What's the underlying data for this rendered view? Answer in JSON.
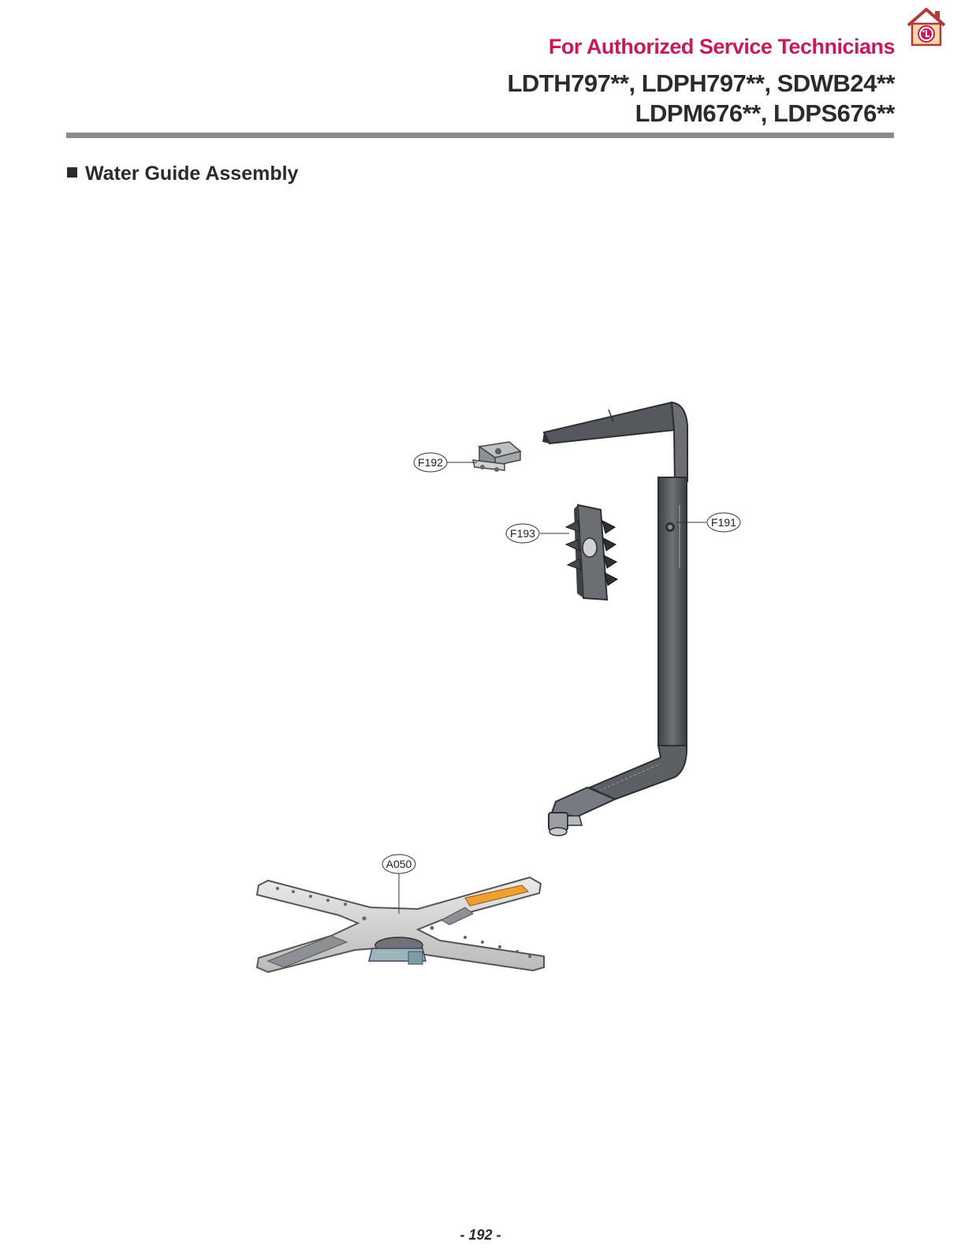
{
  "header": {
    "authorized": "For Authorized Service Technicians",
    "models_line1": "LDTH797**, LDPH797**, SDWB24**",
    "models_line2": "LDPM676**, LDPS676**"
  },
  "section": {
    "title": "Water Guide Assembly"
  },
  "callouts": {
    "f191": "F191",
    "f192": "F192",
    "f193": "F193",
    "a050": "A050"
  },
  "footer": {
    "page_number": "- 192 -"
  },
  "colors": {
    "brand_magenta": "#c8195a",
    "text_dark": "#2b2b2b",
    "rule_gray": "#8a8a8a",
    "logo_house": "#d94f4f",
    "spray_arm_accent": "#f0a030"
  },
  "icons": {
    "logo": "lg-home-logo-icon"
  }
}
